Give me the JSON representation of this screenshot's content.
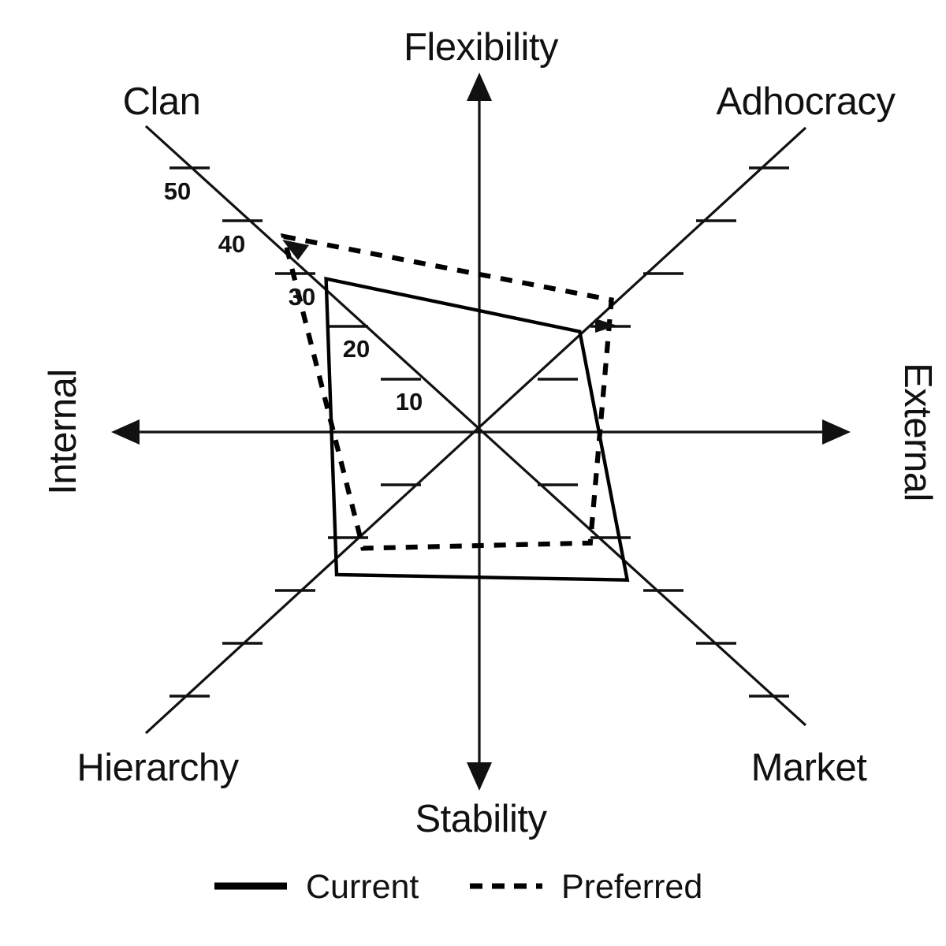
{
  "figure": {
    "title": "",
    "background_color": "#ffffff",
    "line_color": "#000000"
  },
  "axes": {
    "vertical": {
      "top_label": "Flexibility",
      "bottom_label": "Stability"
    },
    "horizontal": {
      "left_label": "Internal",
      "right_label": "External"
    }
  },
  "quadrants": {
    "top_left": "Clan",
    "top_right": "Adhocracy",
    "bottom_left": "Hierarchy",
    "bottom_right": "Market"
  },
  "tick_labels": {
    "t10": "10",
    "t20": "20",
    "t30": "30",
    "t40": "40",
    "t50": "50"
  },
  "legend": {
    "position": "bottom-center",
    "entries": [
      {
        "label": "Current",
        "style": "solid"
      },
      {
        "label": "Preferred",
        "style": "dashed"
      }
    ]
  },
  "chart_data": {
    "type": "line",
    "subtype": "radar",
    "title": "",
    "xlabel": "",
    "ylabel": "",
    "categories": [
      "Clan",
      "Adhocracy",
      "Market",
      "Hierarchy"
    ],
    "category_angles_deg": [
      135,
      45,
      315,
      225
    ],
    "radial_axis": {
      "ticks": [
        10,
        20,
        30,
        40,
        50
      ],
      "range": [
        0,
        50
      ],
      "labeled_axis": "Clan",
      "labels_shown_on": "upper-left diagonal only"
    },
    "grid": false,
    "legend_position": "bottom",
    "series": [
      {
        "name": "Current",
        "style": "solid",
        "values": [
          29,
          19,
          28,
          27
        ]
      },
      {
        "name": "Preferred",
        "style": "dashed",
        "values": [
          37,
          25,
          21,
          22
        ]
      }
    ],
    "annotations": [
      "Flexibility axis points up",
      "Stability axis points down",
      "Internal axis points left",
      "External axis points right",
      "Preferred series has arrowhead at Clan vertex"
    ]
  }
}
